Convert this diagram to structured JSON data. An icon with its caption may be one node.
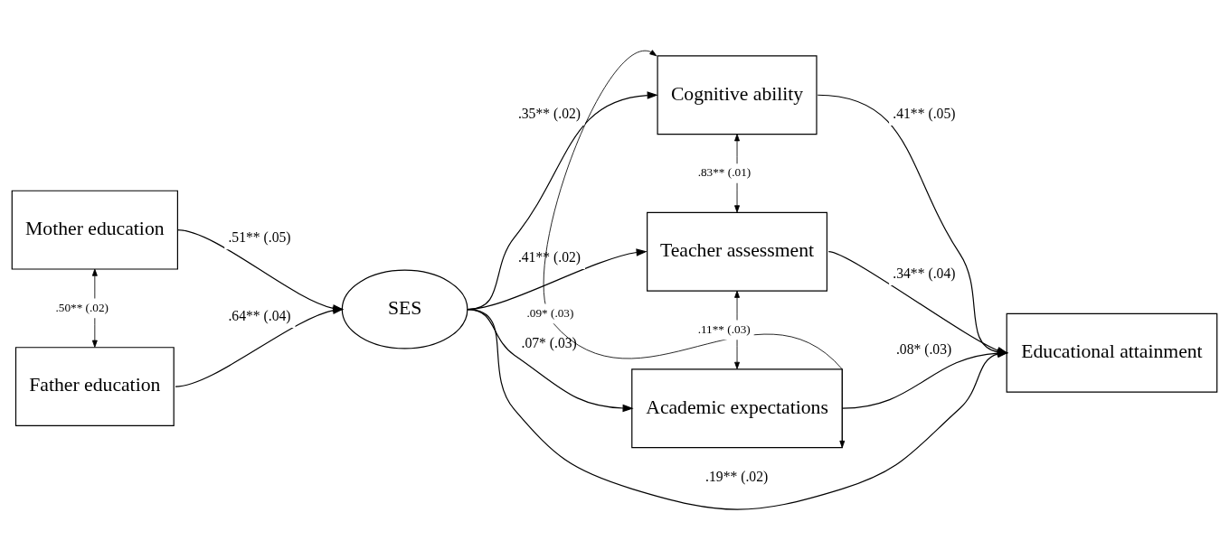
{
  "diagram": {
    "nodes": [
      {
        "text": [
          "Mother education"
        ]
      },
      {
        "text": [
          "Father education"
        ]
      },
      {
        "text": [
          "SES"
        ]
      },
      {
        "text": [
          "Cognitive ability"
        ]
      },
      {
        "text": [
          "Teacher assessment"
        ]
      },
      {
        "text": [
          "Academic expectations"
        ]
      },
      {
        "text": [
          "Educational attainment"
        ]
      }
    ],
    "edges": [
      {
        "from": 0,
        "to": 1,
        "arrow": "both",
        "label": ".50** (.02)"
      },
      {
        "from": 0,
        "to": 2,
        "arrow": "to",
        "label": ".51** (.05)"
      },
      {
        "from": 1,
        "to": 2,
        "arrow": "to",
        "label": ".64** (.04)"
      },
      {
        "from": 2,
        "to": 3,
        "arrow": "to",
        "label": ".35** (.02)"
      },
      {
        "from": 2,
        "to": 4,
        "arrow": "to",
        "label": ".41** (.02)"
      },
      {
        "from": 2,
        "to": 6,
        "arrow": "to",
        "label": ".19** (.02)"
      },
      {
        "from": 2,
        "to": 5,
        "arrow": "to",
        "label": ".07* (.03)"
      },
      {
        "from": 3,
        "to": 5,
        "arrow": "both",
        "label": ".09* (.03)"
      },
      {
        "from": 3,
        "to": 4,
        "arrow": "both",
        "label": ".83** (.01)"
      },
      {
        "from": 4,
        "to": 5,
        "arrow": "both",
        "label": ".11** (.03)"
      },
      {
        "from": 3,
        "to": 6,
        "arrow": "to",
        "label": ".41** (.05)"
      },
      {
        "from": 4,
        "to": 6,
        "arrow": "to",
        "label": ".34** (.04)"
      },
      {
        "from": 5,
        "to": 6,
        "arrow": "to",
        "label": ".08* (.03)"
      }
    ]
  }
}
